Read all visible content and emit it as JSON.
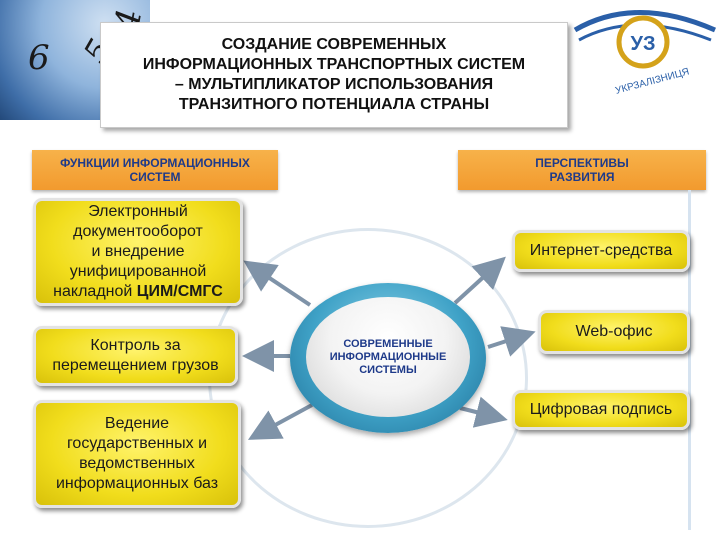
{
  "clock": {
    "digits": [
      "6",
      "5",
      "4"
    ]
  },
  "logo": {
    "monogram": "УЗ",
    "text": "УКРЗАЛІЗНИЦЯ"
  },
  "title": "СОЗДАНИЕ СОВРЕМЕННЫХ\nИНФОРМАЦИОННЫХ ТРАНСПОРТНЫХ СИСТЕМ\n– МУЛЬТИПЛИКАТОР ИСПОЛЬЗОВАНИЯ\nТРАНЗИТНОГО ПОТЕНЦИАЛА СТРАНЫ",
  "headers": {
    "left": "ФУНКЦИИ ИНФОРМАЦИОННЫХ\nСИСТЕМ",
    "right": "ПЕРСПЕКТИВЫ\nРАЗВИТИЯ"
  },
  "center": "СОВРЕМЕННЫЕ\nИНФОРМАЦИОННЫЕ\nСИСТЕМЫ",
  "functions": [
    {
      "text": "Электронный\nдокументооборот\nи внедрение\nунифицированной\nнакладной ",
      "bold_suffix": "ЦИМ/СМГС"
    },
    {
      "text": "Контроль за\nперемещением грузов"
    },
    {
      "text": "Ведение\nгосударственных и\nведомственных\nинформационных баз"
    }
  ],
  "prospects": [
    "Интернет-средства",
    "Web-офис",
    "Цифровая подпись"
  ],
  "colors": {
    "orange": "#f29a2e",
    "yellow": "#f1dd1c",
    "navy": "#1e3a8a",
    "teal": "#3fa2c7"
  }
}
